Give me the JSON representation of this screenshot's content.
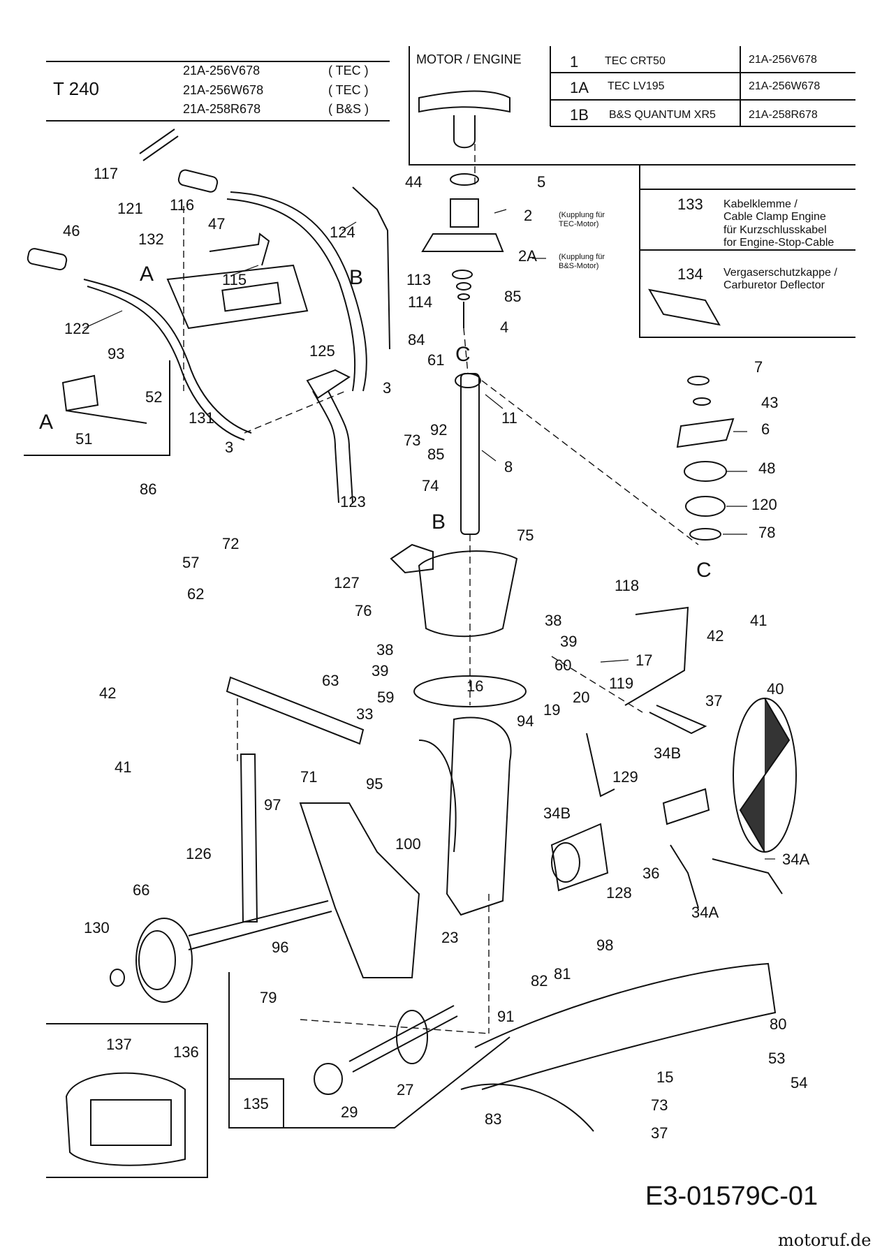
{
  "model": {
    "name": "T 240",
    "variants": [
      {
        "code": "21A-256V678",
        "engine": "( TEC )"
      },
      {
        "code": "21A-256W678",
        "engine": "( TEC )"
      },
      {
        "code": "21A-258R678",
        "engine": "( B&S )"
      }
    ]
  },
  "engine_table": {
    "header": "MOTOR / ENGINE",
    "rows": [
      {
        "ref": "1",
        "name": "TEC CRT50",
        "code": "21A-256V678"
      },
      {
        "ref": "1A",
        "name": "TEC LV195",
        "code": "21A-256W678"
      },
      {
        "ref": "1B",
        "name": "B&S QUANTUM XR5",
        "code": "21A-258R678"
      }
    ]
  },
  "notes": [
    {
      "ref": "133",
      "text": "Kabelklemme /\nCable Clamp Engine\nfür Kurzschlusskabel\nfor Engine-Stop-Cable"
    },
    {
      "ref": "134",
      "text": "Vergaserschutzkappe /\nCarburetor Deflector"
    }
  ],
  "coupling_notes": {
    "c2": "(Kupplung für\nTEC-Motor)",
    "c2a": "(Kupplung für\nB&S-Motor)"
  },
  "part_numbers": [
    "117",
    "121",
    "116",
    "46",
    "132",
    "47",
    "115",
    "124",
    "122",
    "125",
    "93",
    "52",
    "51",
    "131",
    "3",
    "3",
    "86",
    "72",
    "57",
    "62",
    "123",
    "74",
    "73",
    "92",
    "85",
    "61",
    "84",
    "11",
    "8",
    "75",
    "127",
    "76",
    "38",
    "39",
    "59",
    "33",
    "63",
    "42",
    "41",
    "71",
    "95",
    "97",
    "126",
    "66",
    "130",
    "96",
    "79",
    "100",
    "16",
    "94",
    "19",
    "20",
    "119",
    "17",
    "60",
    "38",
    "39",
    "118",
    "42",
    "41",
    "37",
    "40",
    "34B",
    "34B",
    "129",
    "36",
    "34A",
    "34A",
    "128",
    "98",
    "23",
    "82",
    "81",
    "91",
    "80",
    "53",
    "54",
    "15",
    "73",
    "37",
    "83",
    "27",
    "29",
    "135",
    "137",
    "136",
    "7",
    "43",
    "6",
    "48",
    "120",
    "78",
    "44",
    "5",
    "2",
    "2A",
    "113",
    "114",
    "85",
    "4",
    "1",
    "1A",
    "1B",
    "133",
    "134"
  ],
  "section_letters": [
    "A",
    "A",
    "B",
    "B",
    "C",
    "C"
  ],
  "document_id": "E3-01579C-01",
  "watermark": "motoruf.de"
}
